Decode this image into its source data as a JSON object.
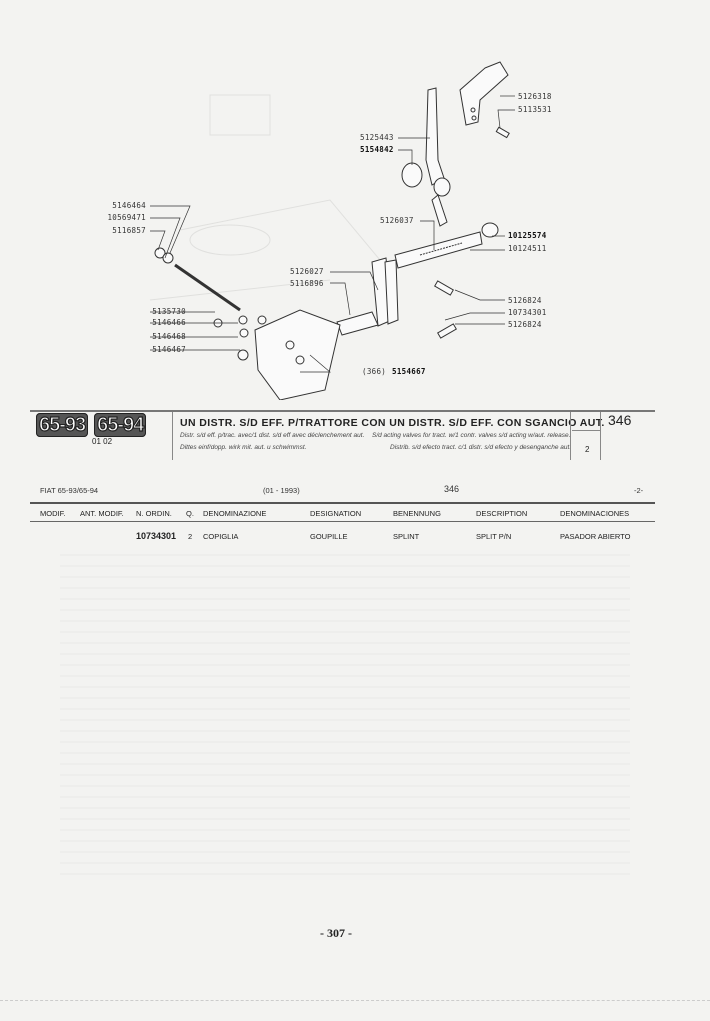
{
  "diagram": {
    "callouts_left": [
      "5146464",
      "10569471",
      "5116857",
      "5135730",
      "5146466",
      "5146468",
      "5146467"
    ],
    "callouts_mid": [
      "5125443",
      "5154842",
      "5126037",
      "5126027",
      "5116896"
    ],
    "callouts_right": [
      "5126318",
      "5113531",
      "10125574",
      "10124511",
      "5126824",
      "10734301",
      "5126824"
    ],
    "callout_bottom_ref": "(366)",
    "callout_bottom": "5154667"
  },
  "header": {
    "models": [
      "65-93",
      "65-94"
    ],
    "variants": "01 02",
    "title": "UN DISTR. S/D EFF. P/TRATTORE CON UN DISTR. S/D EFF. CON SGANCIO AUT.",
    "sub_fr": "Distr. s/d eff. p/trac. avec/1 dist. s/d eff avec déclenchement aut.",
    "sub_en": "S/d acting valves for tract. w/1 contr. valves s/d acting w/aut. release.",
    "sub_de": "Dittes einf/dopp. wirk mit. aut. u schwimmst.",
    "sub_es": "Distrib. s/d efecto tract. c/1 distr. s/d efecto y desenganche aut.",
    "table_number": "346",
    "qty_note": "2"
  },
  "info_line": {
    "model": "FIAT 65-93/65-94",
    "date": "(01 - 1993)",
    "table": "346",
    "sheet": "-2-"
  },
  "table": {
    "headers": [
      "MODIF.",
      "ANT. MODIF.",
      "N. ORDIN.",
      "Q.",
      "DENOMINAZIONE",
      "DESIGNATION",
      "BENENNUNG",
      "DESCRIPTION",
      "DENOMINACIONES"
    ],
    "rows": [
      {
        "n_ordin": "10734301",
        "q": "2",
        "denominazione": "COPIGLIA",
        "designation": "GOUPILLE",
        "benennung": "SPLINT",
        "description": "SPLIT P/N",
        "denominaciones": "PASADOR ABIERTO"
      }
    ]
  },
  "page_number": "- 307 -"
}
